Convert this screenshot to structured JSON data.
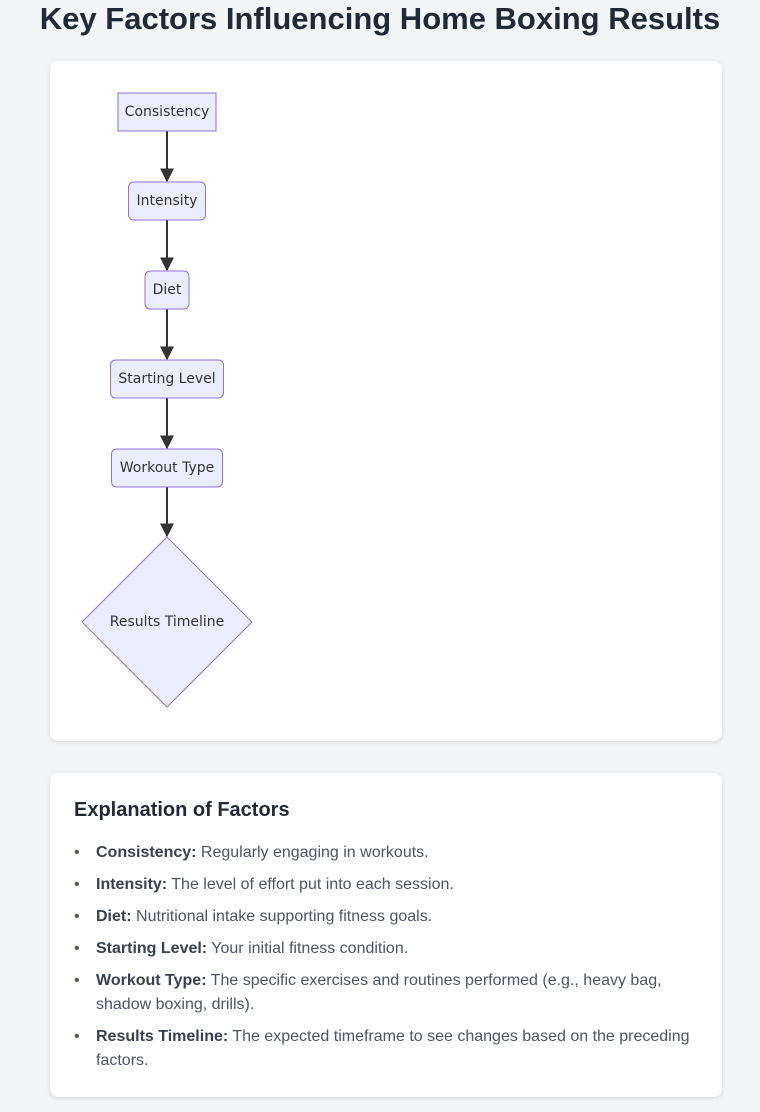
{
  "page": {
    "title": "Key Factors Influencing Home Boxing Results"
  },
  "diagram": {
    "nodes": [
      {
        "id": "consistency",
        "label": "Consistency",
        "shape": "rectangle"
      },
      {
        "id": "intensity",
        "label": "Intensity",
        "shape": "rounded-rectangle"
      },
      {
        "id": "diet",
        "label": "Diet",
        "shape": "rounded-rectangle"
      },
      {
        "id": "starting-level",
        "label": "Starting Level",
        "shape": "rounded-rectangle"
      },
      {
        "id": "workout-type",
        "label": "Workout Type",
        "shape": "rounded-rectangle"
      },
      {
        "id": "results-timeline",
        "label": "Results Timeline",
        "shape": "diamond"
      }
    ],
    "edges": [
      {
        "from": "consistency",
        "to": "intensity"
      },
      {
        "from": "intensity",
        "to": "diet"
      },
      {
        "from": "diet",
        "to": "starting-level"
      },
      {
        "from": "starting-level",
        "to": "workout-type"
      },
      {
        "from": "workout-type",
        "to": "results-timeline"
      }
    ],
    "colors": {
      "node_fill": "#ECECFF",
      "node_stroke": "#9370DB",
      "edge": "#333333"
    }
  },
  "explanation": {
    "heading": "Explanation of Factors",
    "items": [
      {
        "name": "Consistency:",
        "description": "Regularly engaging in workouts."
      },
      {
        "name": "Intensity:",
        "description": "The level of effort put into each session."
      },
      {
        "name": "Diet:",
        "description": "Nutritional intake supporting fitness goals."
      },
      {
        "name": "Starting Level:",
        "description": "Your initial fitness condition."
      },
      {
        "name": "Workout Type:",
        "description": "The specific exercises and routines performed (e.g., heavy bag, shadow boxing, drills)."
      },
      {
        "name": "Results Timeline:",
        "description": "The expected timeframe to see changes based on the preceding factors."
      }
    ]
  }
}
